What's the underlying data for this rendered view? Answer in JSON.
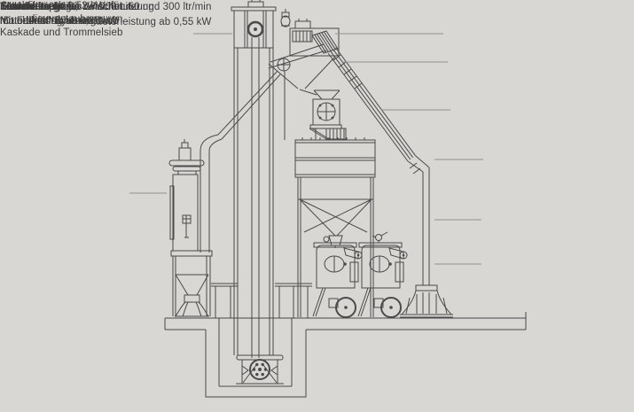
{
  "colors": {
    "background": "#d8d7d4",
    "line": "#4a4a4a",
    "leader": "#919191",
    "text": "#3c3c3c"
  },
  "labels": {
    "elevator": {
      "lines": [
        "Elevatorkapazität zwischen 50 und 300 ltr/min",
        "Motorleistung ab 0,55 kW"
      ]
    },
    "trommelsieb": {
      "lines": [
        "Trommelsieb",
        "Motorleistung ab 0,37 kW"
      ]
    },
    "kaskadenreiniger": {
      "lines": [
        "Kaskadenreiniger",
        "mit Fallrohr für Grobstaub"
      ]
    },
    "trommelmagnet": {
      "lines": [
        "Trommelmagnet,",
        "“Duo-blast” System"
      ]
    },
    "silo": {
      "lines": [
        "Silo von 1.000 bis 17.000 Liter",
        "mit überfüllsicherung"
      ]
    },
    "fallrohr": {
      "lines": [
        "Fallrohr für grobe Verschmutzung"
      ]
    },
    "strahlkessel": {
      "lines": [
        "Strahlkessel"
      ]
    },
    "staubfilter": {
      "lines": [
        "Staubfilter, ab 0,52 kW, für",
        "die entstaubung von",
        "Kaskade und Trommelsieb"
      ]
    }
  }
}
